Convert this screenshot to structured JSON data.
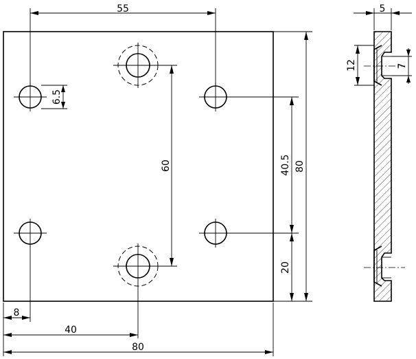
{
  "drawing": {
    "front_view": {
      "dimensions": {
        "hole_spacing_top": "55",
        "hole_diameter": "6.5",
        "counterbore_spacing": "60",
        "hole_spacing_vertical": "40.5",
        "plate_height": "80",
        "bottom_offset": "20",
        "left_offset": "8",
        "center_offset": "40",
        "plate_width": "80"
      }
    },
    "side_view": {
      "dimensions": {
        "thickness": "5",
        "counterbore_diameter": "12",
        "hole_diameter": "7"
      }
    }
  }
}
